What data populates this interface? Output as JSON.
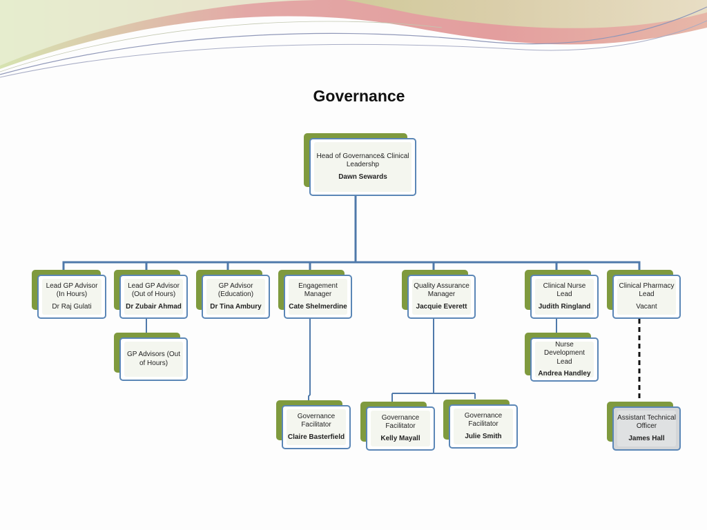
{
  "title": "Governance",
  "colors": {
    "connector": "#4f79aa",
    "tab": "#7f9a3e",
    "border": "#5a86b6"
  },
  "head": {
    "role": "Head of Governance& Clinical Leadershp",
    "name": "Dawn Sewards"
  },
  "lead_gp_in": {
    "role": "Lead GP Advisor (In Hours)",
    "name": "Dr Raj Gulati"
  },
  "lead_gp_out": {
    "role": "Lead GP Advisor (Out of Hours)",
    "name": "Dr Zubair Ahmad"
  },
  "gp_advisors_out": {
    "role": "GP Advisors (Out of Hours)"
  },
  "gp_edu": {
    "role": "GP Advisor (Education)",
    "name": "Dr Tina Ambury"
  },
  "engagement": {
    "role": "Engagement Manager",
    "name": "Cate Shelmerdine"
  },
  "gov_fac_claire": {
    "role": "Governance Facilitator",
    "name": "Claire Basterfield"
  },
  "qa": {
    "role": "Quality Assurance Manager",
    "name": "Jacquie Everett"
  },
  "gov_fac_kelly": {
    "role": "Governance Facilitator",
    "name": "Kelly Mayall"
  },
  "gov_fac_julie": {
    "role": "Governance Facilitator",
    "name": "Julie Smith"
  },
  "nurse_lead": {
    "role": "Clinical Nurse Lead",
    "name": "Judith Ringland"
  },
  "nurse_dev": {
    "role": "Nurse Development Lead",
    "name": "Andrea Handley"
  },
  "pharmacy": {
    "role": "Clinical Pharmacy Lead",
    "name": "Vacant"
  },
  "ato": {
    "role": "Assistant Technical Officer",
    "name": "James Hall"
  }
}
